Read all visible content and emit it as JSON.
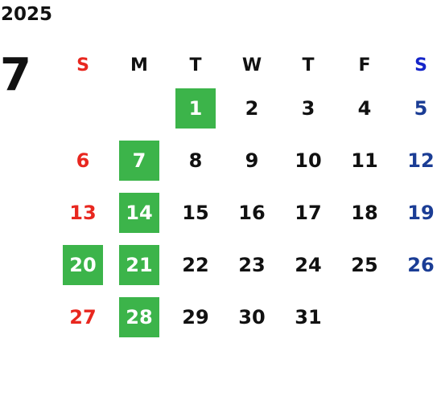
{
  "year": "2025",
  "month": "7",
  "weekdays": [
    "S",
    "M",
    "T",
    "W",
    "T",
    "F",
    "S"
  ],
  "weeks": [
    [
      "",
      "",
      "1",
      "2",
      "3",
      "4",
      "5"
    ],
    [
      "6",
      "7",
      "8",
      "9",
      "10",
      "11",
      "12"
    ],
    [
      "13",
      "14",
      "15",
      "16",
      "17",
      "18",
      "19"
    ],
    [
      "20",
      "21",
      "22",
      "23",
      "24",
      "25",
      "26"
    ],
    [
      "27",
      "28",
      "29",
      "30",
      "31",
      "",
      ""
    ]
  ],
  "highlighted_days": [
    "1",
    "7",
    "14",
    "20",
    "21",
    "28"
  ],
  "colors": {
    "sunday": "#e8271f",
    "saturday": "#1b3d95",
    "highlight": "#3cb44a"
  }
}
